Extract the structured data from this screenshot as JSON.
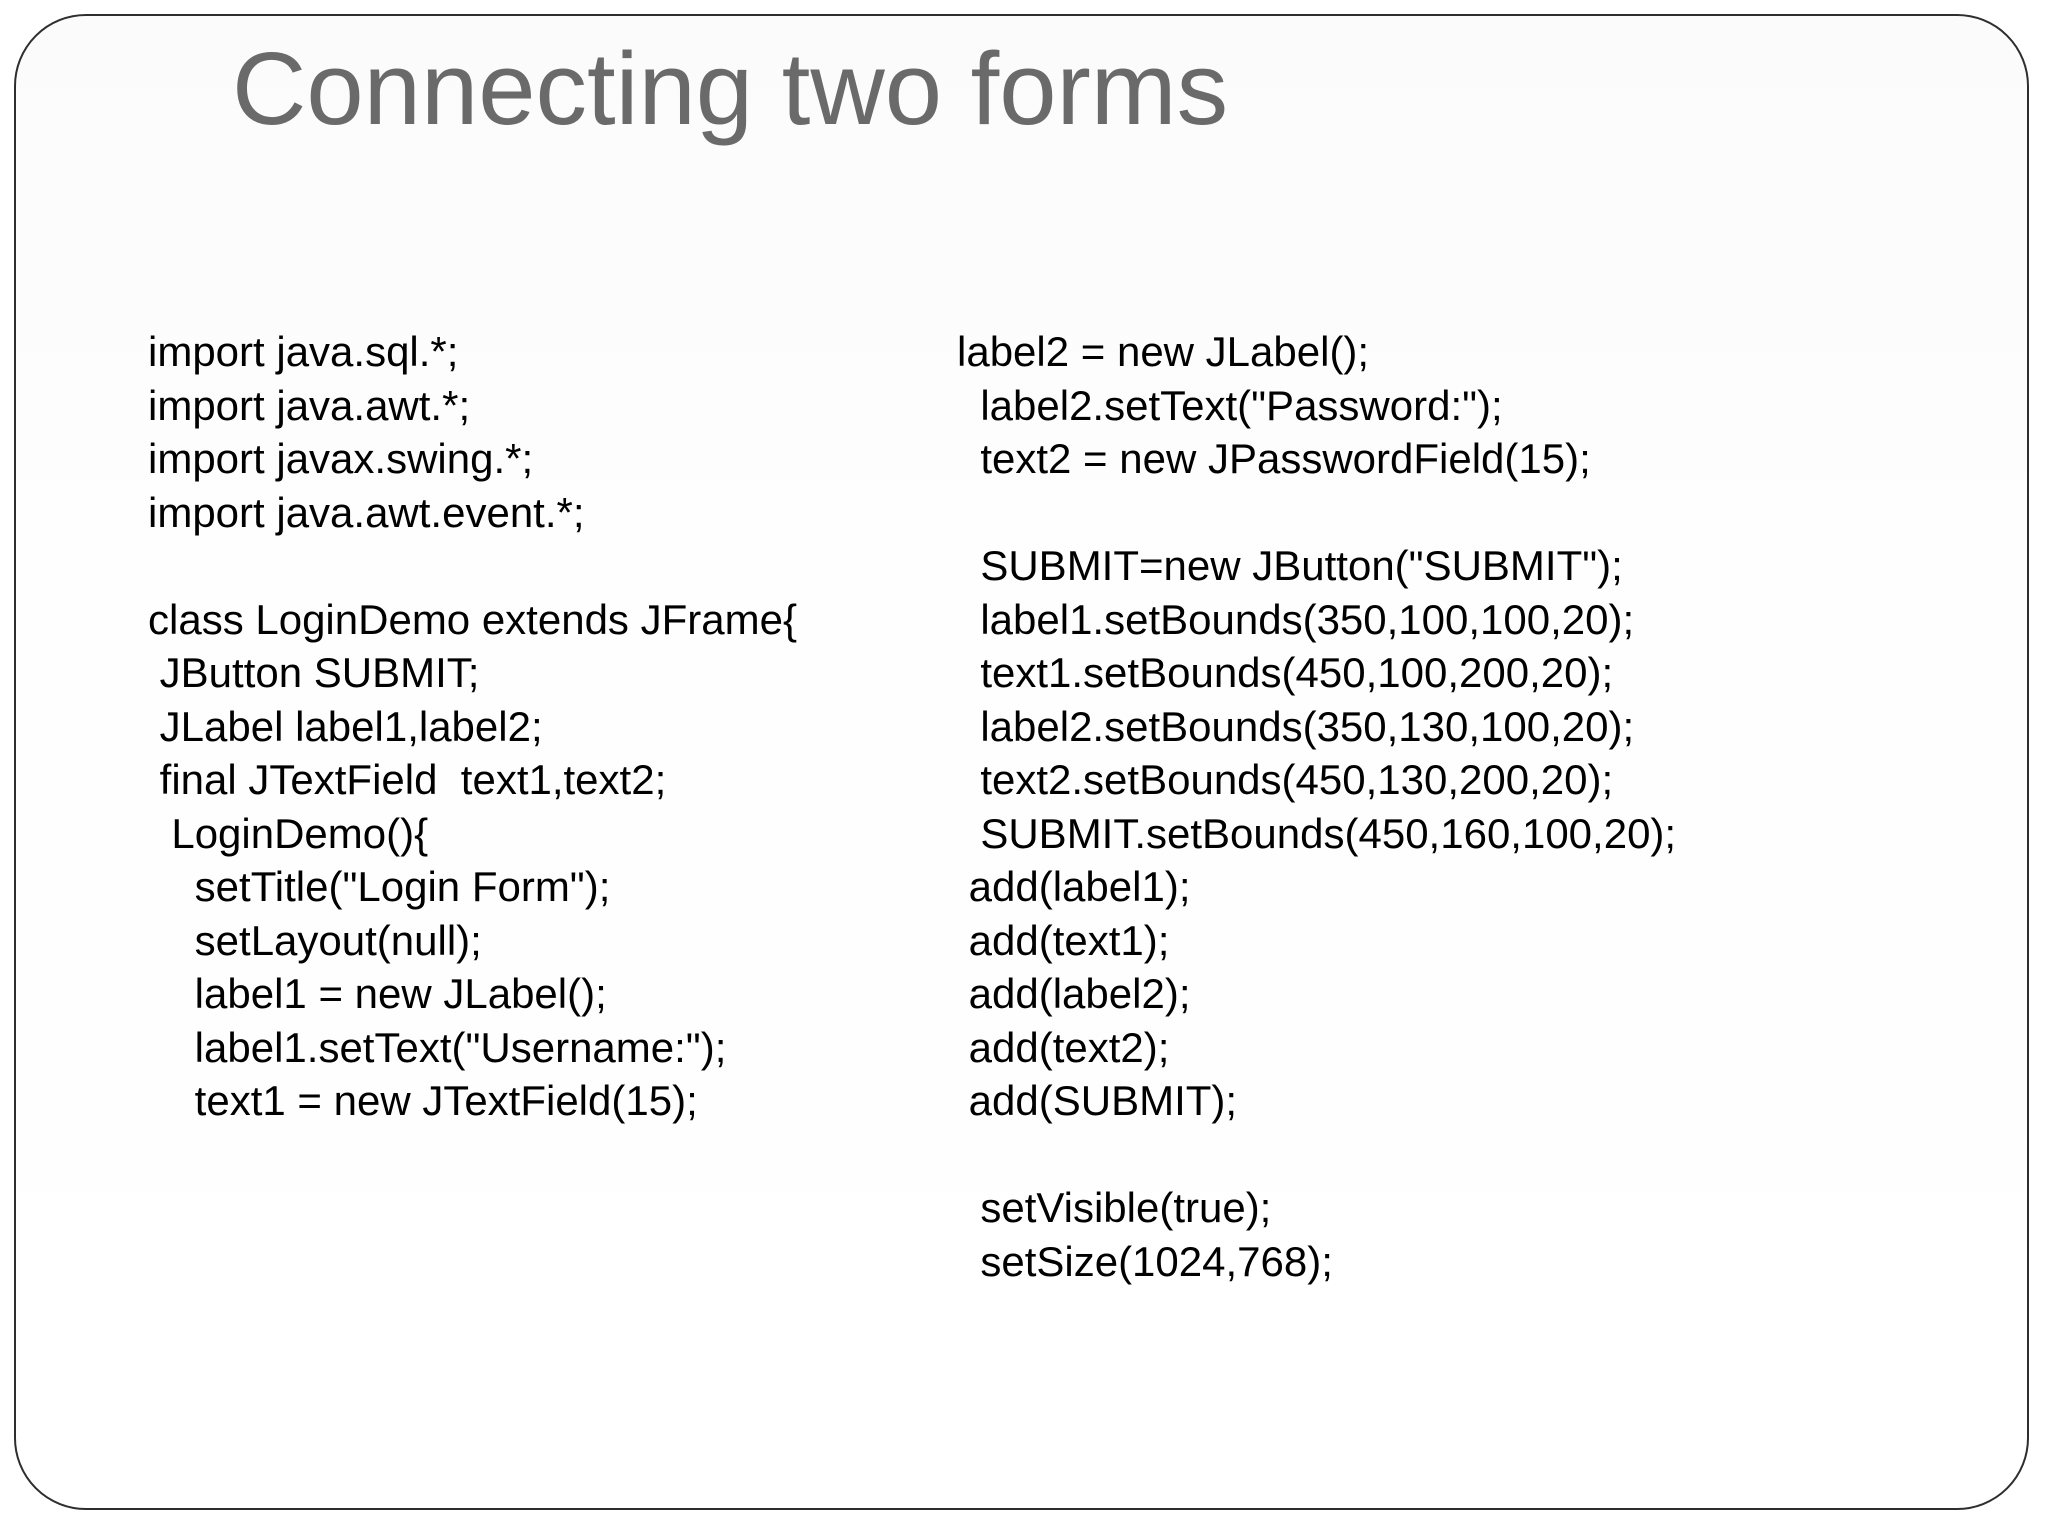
{
  "slide": {
    "title": "Connecting two forms",
    "columns": {
      "left_code": "import java.sql.*;\nimport java.awt.*;\nimport javax.swing.*;\nimport java.awt.event.*;\n\nclass LoginDemo extends JFrame{\n JButton SUBMIT;\n JLabel label1,label2;\n final JTextField  text1,text2;\n  LoginDemo(){\n    setTitle(\"Login Form\");\n    setLayout(null);\n    label1 = new JLabel();\n    label1.setText(\"Username:\");\n    text1 = new JTextField(15);",
      "right_code": "label2 = new JLabel();\n  label2.setText(\"Password:\");\n  text2 = new JPasswordField(15);\n\n  SUBMIT=new JButton(\"SUBMIT\");\n  label1.setBounds(350,100,100,20);\n  text1.setBounds(450,100,200,20);\n  label2.setBounds(350,130,100,20);\n  text2.setBounds(450,130,200,20);\n  SUBMIT.setBounds(450,160,100,20);\n add(label1);\n add(text1);\n add(label2);\n add(text2);\n add(SUBMIT);\n\n  setVisible(true);\n  setSize(1024,768);"
    },
    "colors": {
      "title_gray": "#6a6a6a",
      "code_black": "#000000",
      "border_dark": "#2e2e2e",
      "slide_background": "#fdfdfd"
    }
  }
}
